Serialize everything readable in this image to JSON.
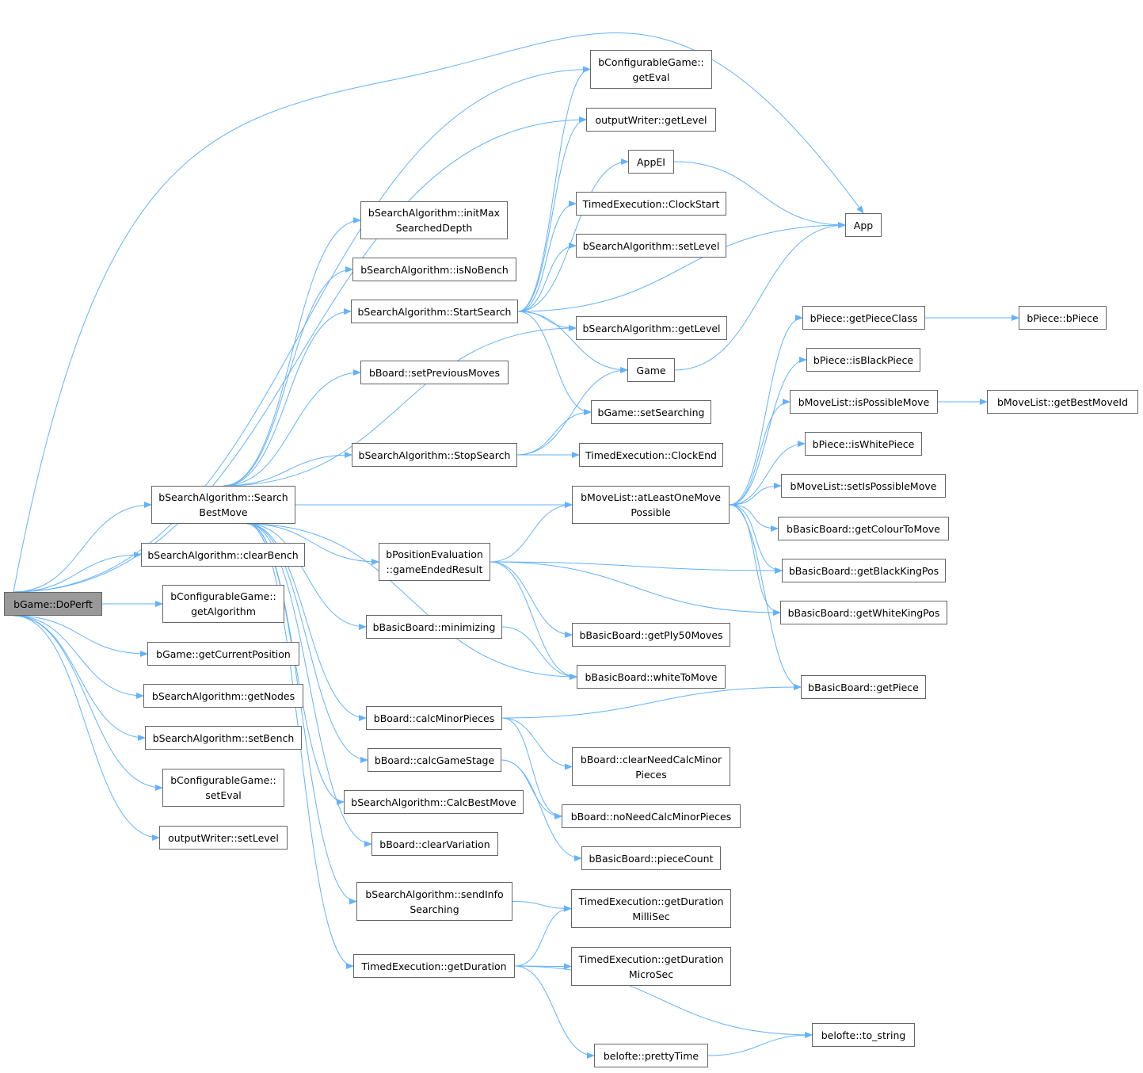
{
  "colors": {
    "edge": "#63b2ff",
    "node_border": "#666666",
    "root_fill": "#999999"
  },
  "nodes": {
    "doPerft": "bGame::DoPerft",
    "searchBest": "bSearchAlgorithm::Search\nBestMove",
    "clearBench": "bSearchAlgorithm::clearBench",
    "getAlgorithm": "bConfigurableGame::\ngetAlgorithm",
    "getCurrentPosition": "bGame::getCurrentPosition",
    "getNodes": "bSearchAlgorithm::getNodes",
    "setBench": "bSearchAlgorithm::setBench",
    "setEval": "bConfigurableGame::\nsetEval",
    "owSetLevel": "outputWriter::setLevel",
    "getEval": "bConfigurableGame::\ngetEval",
    "owGetLevel": "outputWriter::getLevel",
    "appEI": "AppEI",
    "clockStart": "TimedExecution::ClockStart",
    "saSetLevel": "bSearchAlgorithm::setLevel",
    "app": "App",
    "initMax": "bSearchAlgorithm::initMax\nSearchedDepth",
    "isNoBench": "bSearchAlgorithm::isNoBench",
    "startSearch": "bSearchAlgorithm::StartSearch",
    "saGetLevel": "bSearchAlgorithm::getLevel",
    "game": "Game",
    "setPrevMoves": "bBoard::setPreviousMoves",
    "setSearching": "bGame::setSearching",
    "stopSearch": "bSearchAlgorithm::StopSearch",
    "clockEnd": "TimedExecution::ClockEnd",
    "atLeastOne": "bMoveList::atLeastOneMove\nPossible",
    "gameEnded": "bPositionEvaluation\n::gameEndedResult",
    "minimizing": "bBasicBoard::minimizing",
    "ply50": "bBasicBoard::getPly50Moves",
    "whiteToMove": "bBasicBoard::whiteToMove",
    "calcMinor": "bBoard::calcMinorPieces",
    "clearNeedCalc": "bBoard::clearNeedCalcMinor\nPieces",
    "calcGameStage": "bBoard::calcGameStage",
    "calcBestMove": "bSearchAlgorithm::CalcBestMove",
    "noNeedCalc": "bBoard::noNeedCalcMinorPieces",
    "clearVariation": "bBoard::clearVariation",
    "pieceCount": "bBasicBoard::pieceCount",
    "sendInfo": "bSearchAlgorithm::sendInfo\nSearching",
    "durMilli": "TimedExecution::getDuration\nMilliSec",
    "getDuration": "TimedExecution::getDuration",
    "durMicro": "TimedExecution::getDuration\nMicroSec",
    "toString": "belofte::to_string",
    "prettyTime": "belofte::prettyTime",
    "getPieceClass": "bPiece::getPieceClass",
    "bPiece": "bPiece::bPiece",
    "isBlack": "bPiece::isBlackPiece",
    "isPossible": "bMoveList::isPossibleMove",
    "bestMoveId": "bMoveList::getBestMoveId",
    "isWhite": "bPiece::isWhitePiece",
    "setIsPossible": "bMoveList::setIsPossibleMove",
    "colourToMove": "bBasicBoard::getColourToMove",
    "blackKing": "bBasicBoard::getBlackKingPos",
    "whiteKing": "bBasicBoard::getWhiteKingPos",
    "getPiece": "bBasicBoard::getPiece"
  },
  "edges": [
    [
      "doPerft",
      "app"
    ],
    [
      "doPerft",
      "getEval"
    ],
    [
      "doPerft",
      "owGetLevel"
    ],
    [
      "doPerft",
      "searchBest"
    ],
    [
      "doPerft",
      "clearBench"
    ],
    [
      "doPerft",
      "getAlgorithm"
    ],
    [
      "doPerft",
      "getCurrentPosition"
    ],
    [
      "doPerft",
      "getNodes"
    ],
    [
      "doPerft",
      "setBench"
    ],
    [
      "doPerft",
      "setEval"
    ],
    [
      "doPerft",
      "owSetLevel"
    ],
    [
      "searchBest",
      "initMax"
    ],
    [
      "searchBest",
      "isNoBench"
    ],
    [
      "searchBest",
      "startSearch"
    ],
    [
      "searchBest",
      "setPrevMoves"
    ],
    [
      "searchBest",
      "saGetLevel"
    ],
    [
      "searchBest",
      "stopSearch"
    ],
    [
      "searchBest",
      "atLeastOne"
    ],
    [
      "searchBest",
      "gameEnded"
    ],
    [
      "searchBest",
      "minimizing"
    ],
    [
      "searchBest",
      "whiteToMove"
    ],
    [
      "searchBest",
      "calcMinor"
    ],
    [
      "searchBest",
      "calcGameStage"
    ],
    [
      "searchBest",
      "calcBestMove"
    ],
    [
      "searchBest",
      "clearVariation"
    ],
    [
      "searchBest",
      "sendInfo"
    ],
    [
      "searchBest",
      "getDuration"
    ],
    [
      "startSearch",
      "getEval"
    ],
    [
      "startSearch",
      "owGetLevel"
    ],
    [
      "startSearch",
      "appEI"
    ],
    [
      "startSearch",
      "clockStart"
    ],
    [
      "startSearch",
      "saSetLevel"
    ],
    [
      "startSearch",
      "app"
    ],
    [
      "startSearch",
      "saGetLevel"
    ],
    [
      "startSearch",
      "game"
    ],
    [
      "startSearch",
      "setSearching"
    ],
    [
      "appEI",
      "app"
    ],
    [
      "game",
      "app"
    ],
    [
      "stopSearch",
      "game"
    ],
    [
      "stopSearch",
      "setSearching"
    ],
    [
      "stopSearch",
      "clockEnd"
    ],
    [
      "atLeastOne",
      "getPieceClass"
    ],
    [
      "atLeastOne",
      "isBlack"
    ],
    [
      "atLeastOne",
      "isPossible"
    ],
    [
      "atLeastOne",
      "isWhite"
    ],
    [
      "atLeastOne",
      "setIsPossible"
    ],
    [
      "atLeastOne",
      "colourToMove"
    ],
    [
      "atLeastOne",
      "blackKing"
    ],
    [
      "atLeastOne",
      "whiteKing"
    ],
    [
      "atLeastOne",
      "getPiece"
    ],
    [
      "getPieceClass",
      "bPiece"
    ],
    [
      "isPossible",
      "bestMoveId"
    ],
    [
      "gameEnded",
      "atLeastOne"
    ],
    [
      "gameEnded",
      "blackKing"
    ],
    [
      "gameEnded",
      "whiteKing"
    ],
    [
      "gameEnded",
      "ply50"
    ],
    [
      "gameEnded",
      "whiteToMove"
    ],
    [
      "minimizing",
      "whiteToMove"
    ],
    [
      "calcMinor",
      "getPiece"
    ],
    [
      "calcMinor",
      "clearNeedCalc"
    ],
    [
      "calcMinor",
      "noNeedCalc"
    ],
    [
      "calcGameStage",
      "noNeedCalc"
    ],
    [
      "calcGameStage",
      "pieceCount"
    ],
    [
      "sendInfo",
      "durMilli"
    ],
    [
      "getDuration",
      "durMilli"
    ],
    [
      "getDuration",
      "durMicro"
    ],
    [
      "getDuration",
      "toString"
    ],
    [
      "getDuration",
      "prettyTime"
    ],
    [
      "prettyTime",
      "toString"
    ]
  ]
}
